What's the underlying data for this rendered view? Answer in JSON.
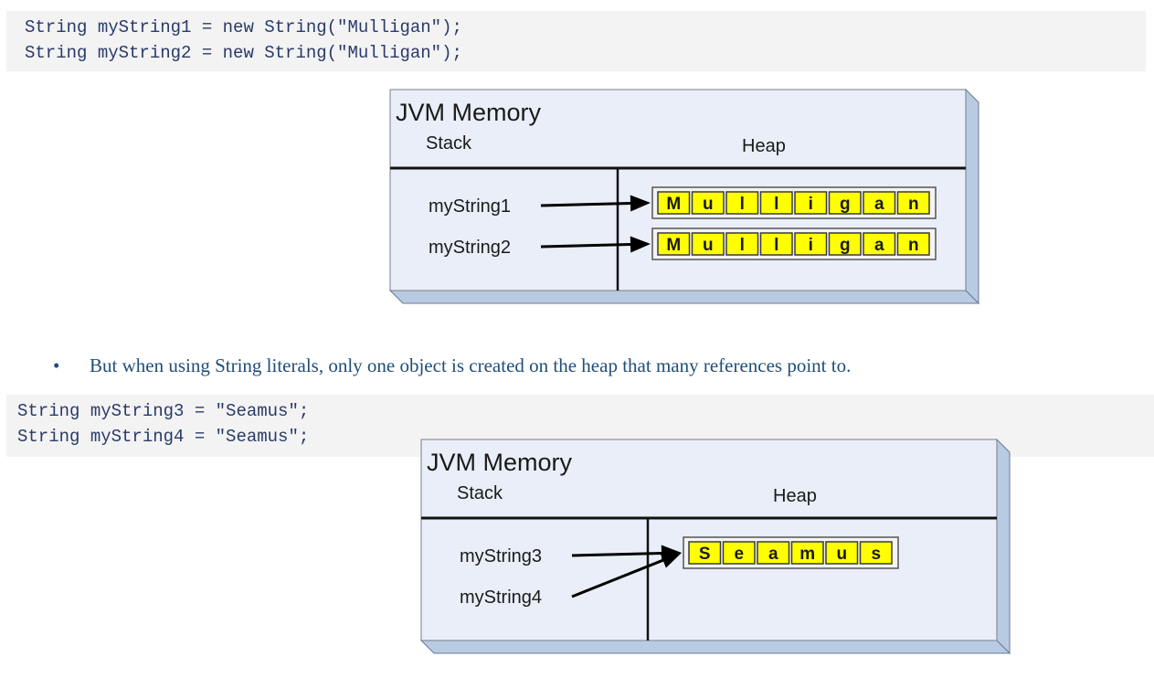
{
  "code_block_1": {
    "lines": [
      "String myString1 = new String(\"Mulligan\");",
      "String myString2 = new String(\"Mulligan\");"
    ]
  },
  "bullet": {
    "marker": "•",
    "text": "But when using String literals, only one object is created on the heap that many references point to."
  },
  "code_block_2": {
    "lines": [
      "String myString3 = \"Seamus\";",
      "String myString4 = \"Seamus\";"
    ]
  },
  "diagram_1": {
    "title": "JVM Memory",
    "stack_label": "Stack",
    "heap_label": "Heap",
    "references": [
      {
        "name": "myString1",
        "target": 0
      },
      {
        "name": "myString2",
        "target": 1
      }
    ],
    "objects": [
      {
        "chars": [
          "M",
          "u",
          "l",
          "l",
          "i",
          "g",
          "a",
          "n"
        ]
      },
      {
        "chars": [
          "M",
          "u",
          "l",
          "l",
          "i",
          "g",
          "a",
          "n"
        ]
      }
    ]
  },
  "diagram_2": {
    "title": "JVM Memory",
    "stack_label": "Stack",
    "heap_label": "Heap",
    "references": [
      {
        "name": "myString3",
        "target": 0
      },
      {
        "name": "myString4",
        "target": 0
      }
    ],
    "objects": [
      {
        "chars": [
          "S",
          "e",
          "a",
          "m",
          "u",
          "s"
        ]
      }
    ]
  },
  "colors": {
    "panel_fill": "#eaeef8",
    "panel_depth": "#b8cbe3",
    "char_cell": "#ffff00",
    "code_text": "#2a3a6a",
    "code_bg": "#f3f3f3",
    "bullet_text": "#1f4e79"
  }
}
